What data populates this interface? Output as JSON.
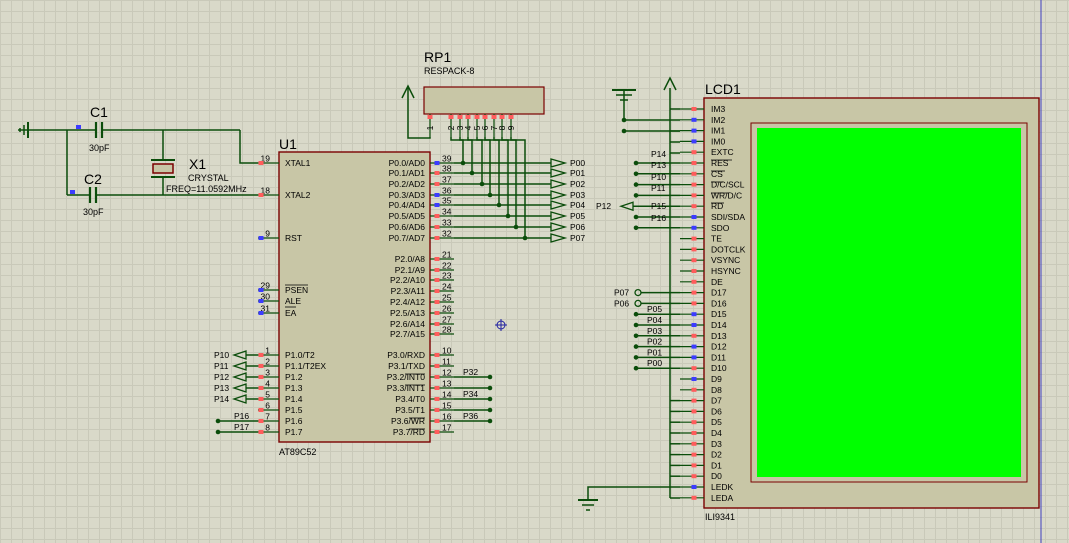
{
  "colors": {
    "wire": "#0b4d0b",
    "body": "#c8c6a6",
    "outline": "#7a0000",
    "screen": "#00ff00",
    "background": "#d9d9c9",
    "pin_end": "#ff5c5c",
    "pin_blue": "#3c3cff"
  },
  "u1": {
    "ref": "U1",
    "part": "AT89C52",
    "left_pins": [
      {
        "num": "19",
        "name": "XTAL1"
      },
      {
        "num": "18",
        "name": "XTAL2"
      },
      {
        "num": "9",
        "name": "RST"
      },
      {
        "num": "29",
        "name": "PSEN"
      },
      {
        "num": "30",
        "name": "ALE"
      },
      {
        "num": "31",
        "name": "EA"
      },
      {
        "num": "1",
        "name": "P1.0/T2"
      },
      {
        "num": "2",
        "name": "P1.1/T2EX"
      },
      {
        "num": "3",
        "name": "P1.2"
      },
      {
        "num": "4",
        "name": "P1.3"
      },
      {
        "num": "5",
        "name": "P1.4"
      },
      {
        "num": "6",
        "name": "P1.5"
      },
      {
        "num": "7",
        "name": "P1.6"
      },
      {
        "num": "8",
        "name": "P1.7"
      }
    ],
    "right_pins": [
      {
        "num": "39",
        "name": "P0.0/AD0"
      },
      {
        "num": "38",
        "name": "P0.1/AD1"
      },
      {
        "num": "37",
        "name": "P0.2/AD2"
      },
      {
        "num": "36",
        "name": "P0.3/AD3"
      },
      {
        "num": "35",
        "name": "P0.4/AD4"
      },
      {
        "num": "34",
        "name": "P0.5/AD5"
      },
      {
        "num": "33",
        "name": "P0.6/AD6"
      },
      {
        "num": "32",
        "name": "P0.7/AD7"
      },
      {
        "num": "21",
        "name": "P2.0/A8"
      },
      {
        "num": "22",
        "name": "P2.1/A9"
      },
      {
        "num": "23",
        "name": "P2.2/A10"
      },
      {
        "num": "24",
        "name": "P2.3/A11"
      },
      {
        "num": "25",
        "name": "P2.4/A12"
      },
      {
        "num": "26",
        "name": "P2.5/A13"
      },
      {
        "num": "27",
        "name": "P2.6/A14"
      },
      {
        "num": "28",
        "name": "P2.7/A15"
      },
      {
        "num": "10",
        "name": "P3.0/RXD"
      },
      {
        "num": "11",
        "name": "P3.1/TXD"
      },
      {
        "num": "12",
        "name": "P3.2/INT0"
      },
      {
        "num": "13",
        "name": "P3.3/INT1"
      },
      {
        "num": "14",
        "name": "P3.4/T0"
      },
      {
        "num": "15",
        "name": "P3.5/T1"
      },
      {
        "num": "16",
        "name": "P3.6/WR"
      },
      {
        "num": "17",
        "name": "P3.7/RD"
      }
    ]
  },
  "rp1": {
    "ref": "RP1",
    "part": "RESPACK-8",
    "pins": [
      "1",
      "2",
      "3",
      "4",
      "5",
      "6",
      "7",
      "8",
      "9"
    ]
  },
  "c1": {
    "ref": "C1",
    "value": "30pF"
  },
  "c2": {
    "ref": "C2",
    "value": "30pF"
  },
  "x1": {
    "ref": "X1",
    "part": "CRYSTAL",
    "freq": "FREQ=11.0592MHz"
  },
  "lcd1": {
    "ref": "LCD1",
    "part": "ILI9341",
    "pins": [
      "IM3",
      "IM2",
      "IM1",
      "IM0",
      "EXTC",
      "RES",
      "CS",
      "D/C/SCL",
      "WR/D/C",
      "RD",
      "SDI/SDA",
      "SDO",
      "TE",
      "DOTCLK",
      "VSYNC",
      "HSYNC",
      "DE",
      "D17",
      "D16",
      "D15",
      "D14",
      "D13",
      "D12",
      "D11",
      "D10",
      "D9",
      "D8",
      "D7",
      "D6",
      "D5",
      "D4",
      "D3",
      "D2",
      "D1",
      "D0",
      "LEDK",
      "LEDA"
    ]
  },
  "net_labels": {
    "p0": [
      "P00",
      "P01",
      "P02",
      "P03",
      "P04",
      "P05",
      "P06",
      "P07"
    ],
    "p1": [
      "P10",
      "P11",
      "P12",
      "P13",
      "P14"
    ],
    "p1_ext": [
      "P16",
      "P17"
    ],
    "p3": [
      "P32",
      "P34",
      "P36"
    ],
    "lcd_ctrl": [
      "P14",
      "P13",
      "P10",
      "P11",
      "P12",
      "P15",
      "P16"
    ],
    "lcd_data_hi": [
      "P07",
      "P06"
    ],
    "lcd_data_lo": [
      "P05",
      "P04",
      "P03",
      "P02",
      "P01",
      "P00"
    ]
  }
}
